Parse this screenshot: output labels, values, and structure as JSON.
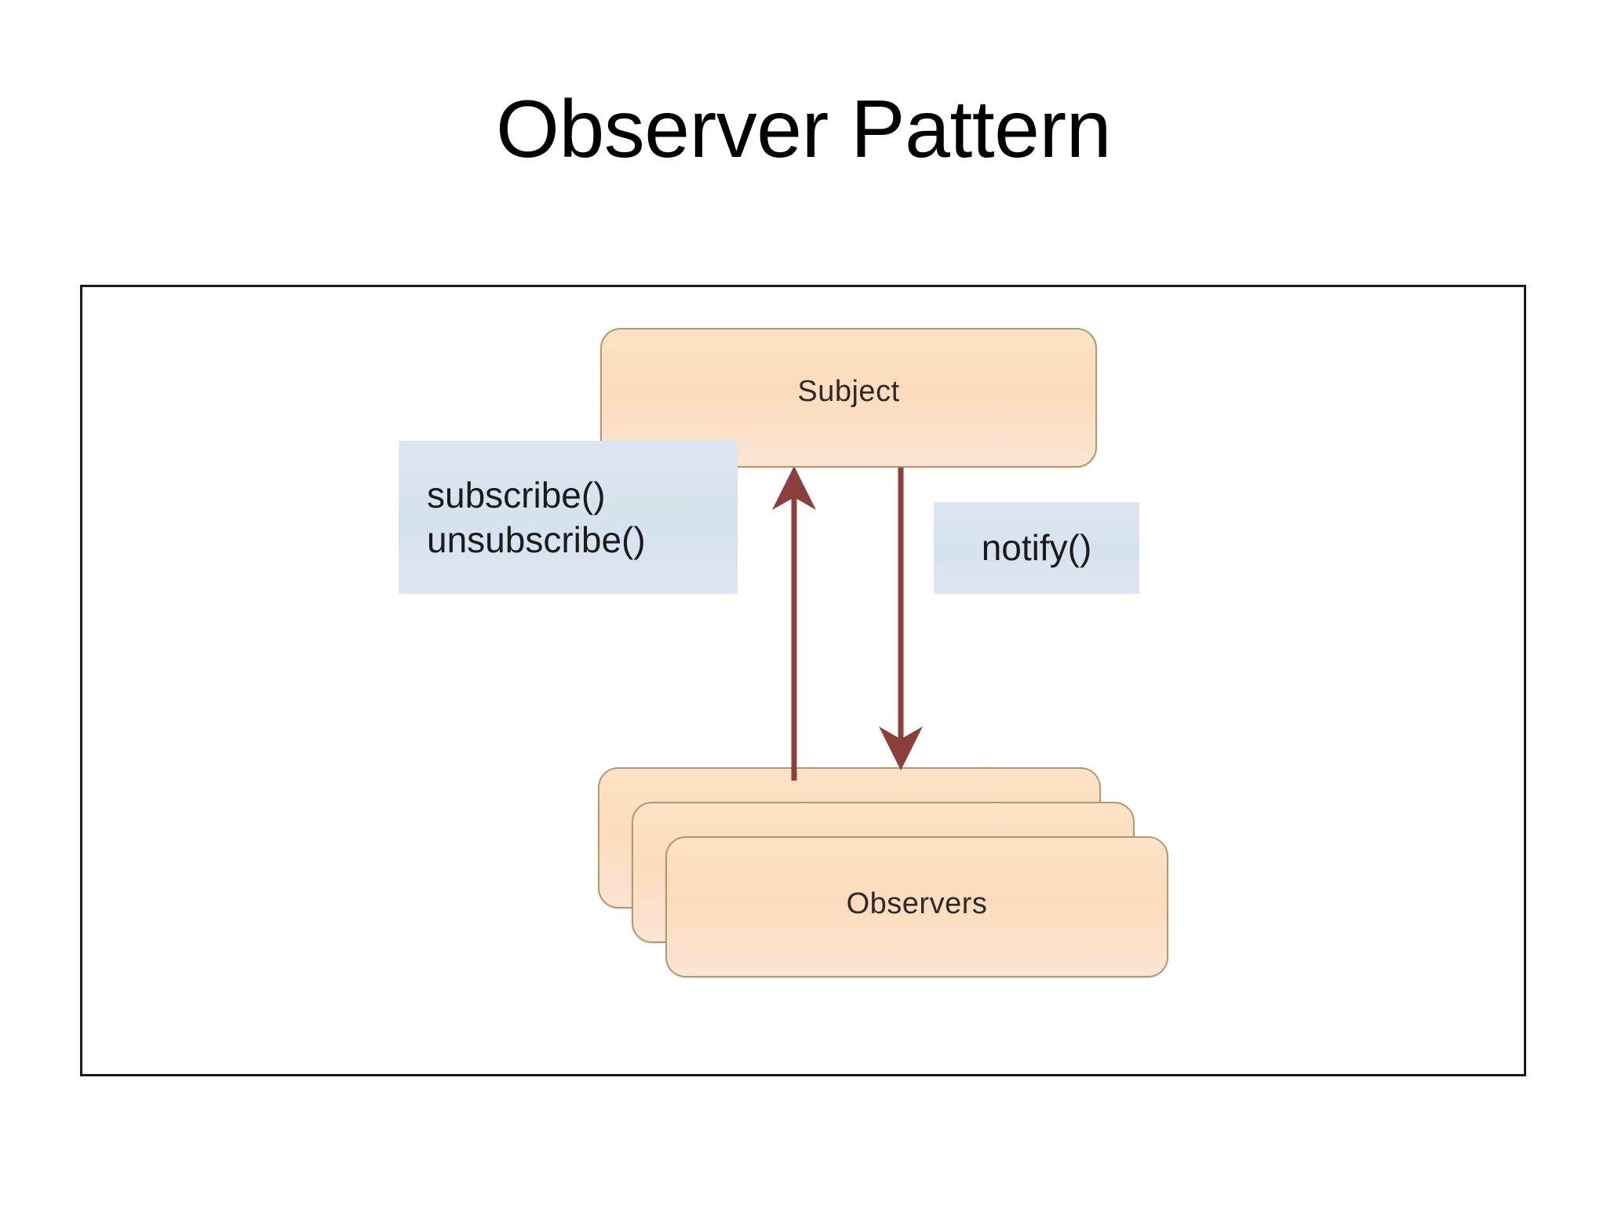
{
  "slide": {
    "title": "Observer Pattern",
    "background_color": "#ffffff"
  },
  "diagram": {
    "frame": {
      "border_color": "#1a1a1a",
      "background_color": "#ffffff"
    },
    "palette": {
      "node_fill": "#fde3c6",
      "node_border": "#b09a72",
      "annotation_fill": "#dce6f0",
      "arrow_color": "#8d3f3c",
      "text_color": "#2b2b2b"
    },
    "nodes": [
      {
        "id": "subject",
        "label": "Subject",
        "shape": "rounded-rectangle",
        "stacked": false
      },
      {
        "id": "observers",
        "label": "Observers",
        "shape": "rounded-rectangle",
        "stacked": true,
        "stack_count": 3
      }
    ],
    "annotations": [
      {
        "id": "subscribe-annotation",
        "lines": [
          "subscribe()",
          "unsubscribe()"
        ],
        "attached_to": "upward-arrow"
      },
      {
        "id": "notify-annotation",
        "lines": [
          "notify()"
        ],
        "attached_to": "downward-arrow"
      }
    ],
    "arrows": [
      {
        "id": "subscribe-arrow",
        "from": "observers",
        "to": "subject",
        "direction": "up",
        "label": "subscribe() / unsubscribe()"
      },
      {
        "id": "notify-arrow",
        "from": "subject",
        "to": "observers",
        "direction": "down",
        "label": "notify()"
      }
    ]
  }
}
